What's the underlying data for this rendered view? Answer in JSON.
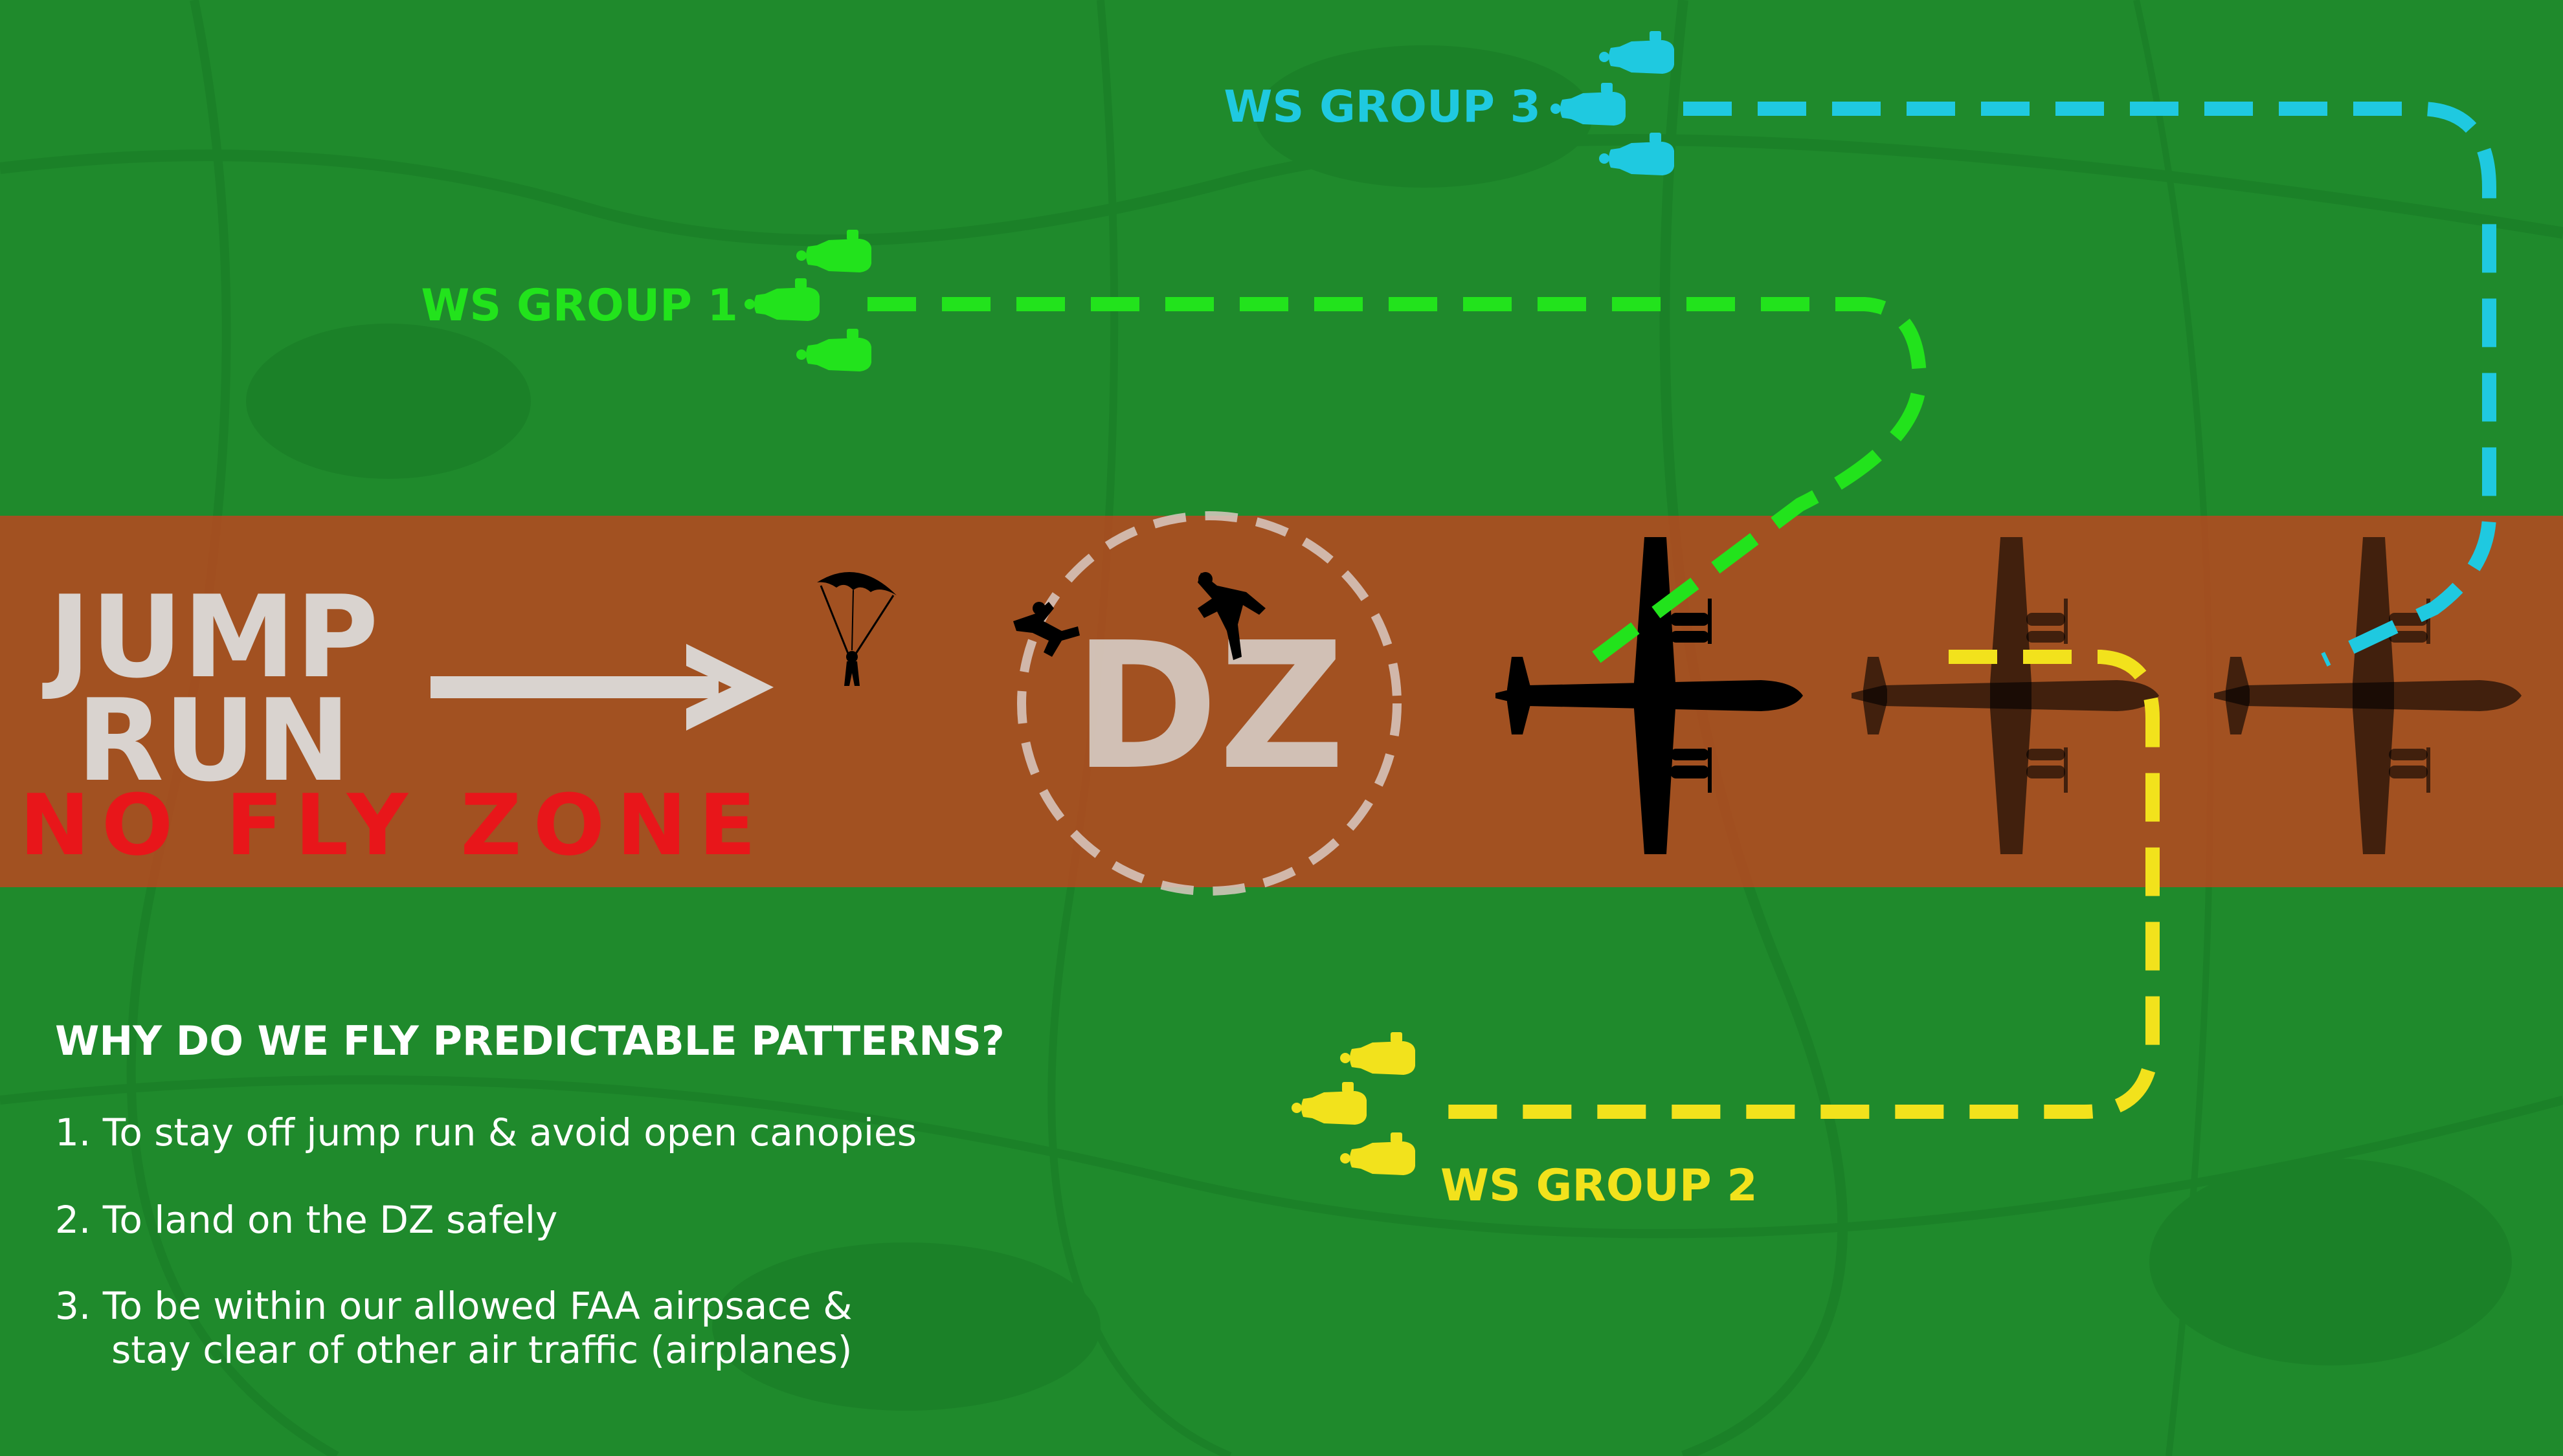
{
  "colors": {
    "background_green": "#1f8a2c",
    "no_fly_band": "#c0441f",
    "group1": "#22e31c",
    "group2": "#f2e21c",
    "group3": "#1fc9e0",
    "no_fly_text": "#e8161a",
    "label_white": "#d9d3cf",
    "plane": "#000000"
  },
  "band": {
    "jump_run_line1": "JUMP",
    "jump_run_line2": "RUN",
    "no_fly_zone": "NO FLY ZONE",
    "dz_label": "DZ"
  },
  "groups": {
    "group1_label": "WS GROUP 1",
    "group2_label": "WS GROUP 2",
    "group3_label": "WS GROUP 3"
  },
  "info": {
    "heading": "WHY DO WE FLY PREDICTABLE PATTERNS?",
    "item1": "1. To stay off jump run & avoid open canopies",
    "item2": "2. To land on the DZ safely",
    "item3_line1": "3. To be within our allowed FAA airpsace &",
    "item3_line2": "stay clear of other air traffic (airplanes)"
  },
  "icons": {
    "arrow": "right-arrow-icon",
    "parachute": "parachutist-icon",
    "freefall": "freefaller-icon",
    "airplane": "airplane-icon",
    "wingsuit": "wingsuit-flyer-icon"
  }
}
